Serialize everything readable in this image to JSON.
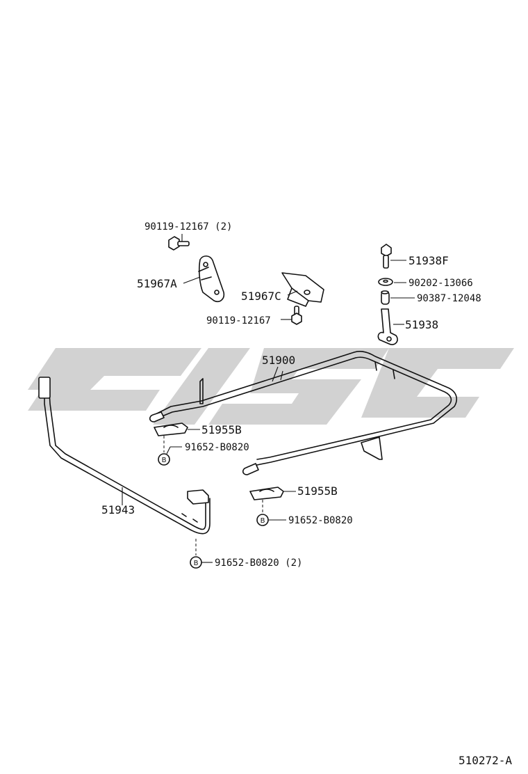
{
  "diagram_id": "510272-A",
  "watermark_text": "CL9C",
  "parts": {
    "bolt_top_left": "90119-12167 (2)",
    "bracket_a": "51967A",
    "bracket_c": "51967C",
    "bolt_mid": "90119-12167",
    "bolt_f": "51938F",
    "washer": "90202-13066",
    "collar": "90387-12048",
    "link": "51938",
    "bar_main": "51900",
    "bushing_left": "51955B",
    "nut_left": "91652-B0820",
    "bushing_right": "51955B",
    "nut_right": "91652-B0820",
    "bar_front": "51943",
    "nut_bottom": "91652-B0820 (2)"
  }
}
